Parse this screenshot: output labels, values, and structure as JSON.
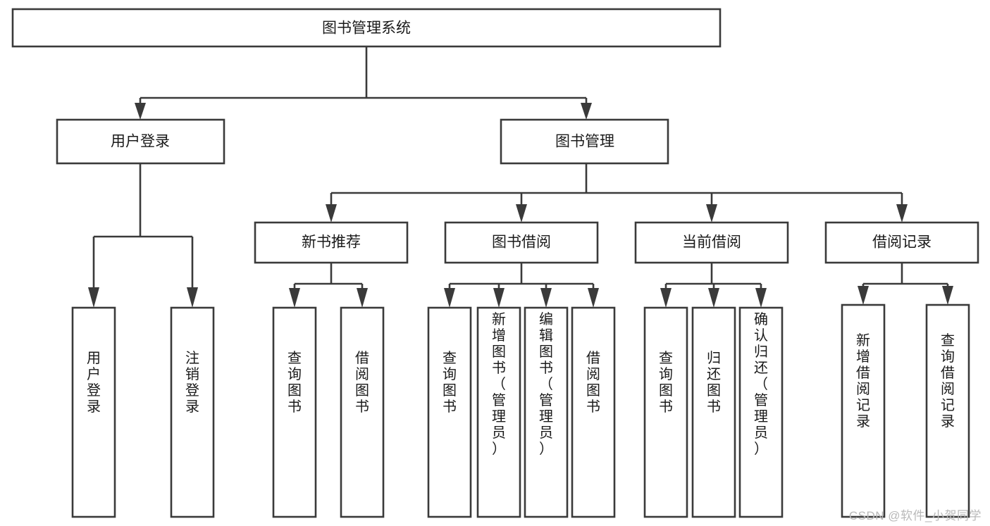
{
  "diagram": {
    "type": "tree",
    "title": "图书管理系统",
    "orientation": "top-down",
    "watermark": "CSDN @软件_小贺同学",
    "colors": {
      "box_fill": "#ffffff",
      "box_stroke": "#3a3a3a",
      "text": "#1a1a1a",
      "watermark": "#b9b9b9",
      "background": "#ffffff"
    },
    "root": {
      "id": "root",
      "label": "图书管理系统"
    },
    "level2": [
      {
        "id": "user-login",
        "label": "用户登录"
      },
      {
        "id": "book-manage",
        "label": "图书管理"
      }
    ],
    "level3": [
      {
        "id": "new-book-recommend",
        "label": "新书推荐",
        "parent": "book-manage"
      },
      {
        "id": "book-borrow",
        "label": "图书借阅",
        "parent": "book-manage"
      },
      {
        "id": "current-borrow",
        "label": "当前借阅",
        "parent": "book-manage"
      },
      {
        "id": "borrow-record",
        "label": "借阅记录",
        "parent": "book-manage"
      }
    ],
    "leaves": [
      {
        "id": "leaf-user-login",
        "label": "用户登录",
        "parent": "user-login"
      },
      {
        "id": "leaf-logout-login",
        "label": "注销登录",
        "parent": "user-login"
      },
      {
        "id": "leaf-query-book-1",
        "label": "查询图书",
        "parent": "new-book-recommend"
      },
      {
        "id": "leaf-borrow-book-1",
        "label": "借阅图书",
        "parent": "new-book-recommend"
      },
      {
        "id": "leaf-query-book-2",
        "label": "查询图书",
        "parent": "book-borrow"
      },
      {
        "id": "leaf-add-book",
        "label": "新增图书（管理员）",
        "parent": "book-borrow"
      },
      {
        "id": "leaf-edit-book",
        "label": "编辑图书（管理员）",
        "parent": "book-borrow"
      },
      {
        "id": "leaf-borrow-book-2",
        "label": "借阅图书",
        "parent": "book-borrow"
      },
      {
        "id": "leaf-query-book-3",
        "label": "查询图书",
        "parent": "current-borrow"
      },
      {
        "id": "leaf-return-book",
        "label": "归还图书",
        "parent": "current-borrow"
      },
      {
        "id": "leaf-confirm-return",
        "label": "确认归还（管理员）",
        "parent": "current-borrow"
      },
      {
        "id": "leaf-add-record",
        "label": "新增借阅记录",
        "parent": "borrow-record"
      },
      {
        "id": "leaf-query-record",
        "label": "查询借阅记录",
        "parent": "borrow-record"
      }
    ]
  }
}
